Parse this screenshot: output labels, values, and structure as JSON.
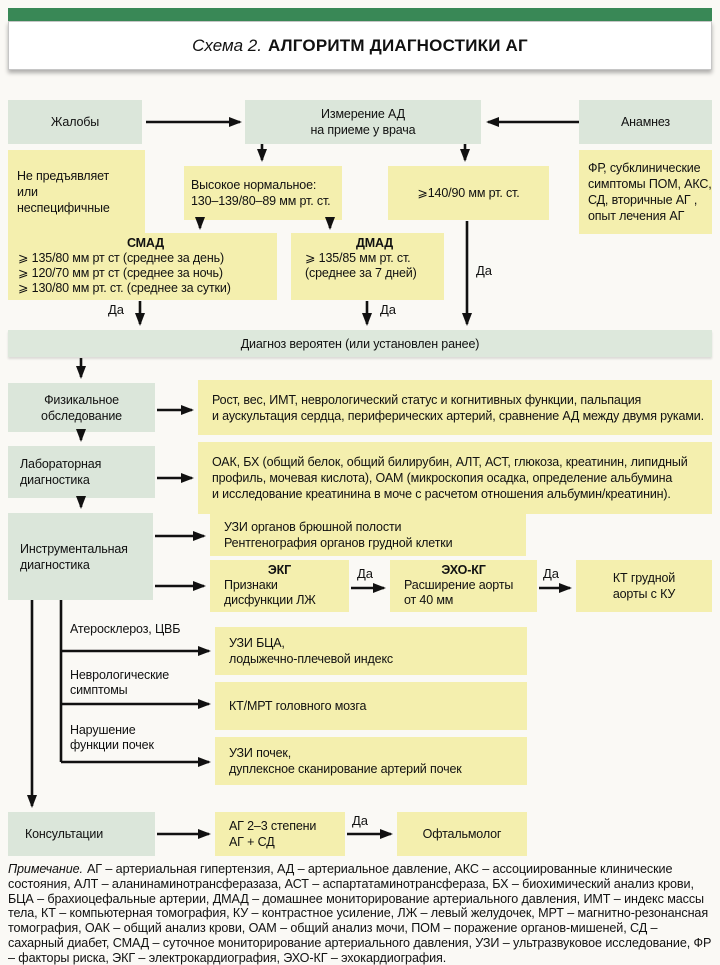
{
  "header": {
    "scheme_label": "Схема 2.",
    "title": "АЛГОРИТМ ДИАГНОСТИКИ АГ"
  },
  "labels": {
    "yes": "Да"
  },
  "colors": {
    "header_green": "#398856",
    "node_green": "#dbe6da",
    "node_yellow": "#f4efae",
    "arrow": "#111111"
  },
  "flow": {
    "complaints": "Жалобы",
    "measurement": "Измерение АД\nна приеме у врача",
    "anamnesis": "Анамнез",
    "complaints_detail": "Не предъявляет\nили\nнеспецифичные",
    "high_normal": "Высокое нормальное:\n130–139/80–89 мм рт. ст.",
    "office_bp": "⩾140/90 мм рт. ст.",
    "risk_factors": "ФР, субклинические\nсимптомы ПОМ, АКС,\nСД, вторичные АГ ,\nопыт лечения АГ",
    "smad_title": "СМАД",
    "smad_body": "⩾ 135/80 мм рт ст (среднее за день)\n⩾ 120/70 мм рт ст (среднее за ночь)\n⩾ 130/80 мм рт. ст. (среднее за сутки)",
    "dmad_title": "ДМАД",
    "dmad_body": "⩾ 135/85 мм рт. ст.\n(среднее за 7 дней)",
    "diagnosis_bar": "Диагноз вероятен (или установлен ранее)",
    "physical": "Физикальное\nобследование",
    "physical_detail": "Рост, вес, ИМТ, неврологический статус и когнитивных функции, пальпация\nи аускультация сердца, периферических артерий, сравнение АД между двумя руками.",
    "laboratory": "Лабораторная\nдиагностика",
    "laboratory_detail": "ОАК, БХ (общий белок, общий билирубин, АЛТ, АСТ, глюкоза, креатинин, липидный\nпрофиль, мочевая кислота), ОАМ (микроскопия осадка, определение альбумина\nи исследование креатинина в моче с расчетом отношения альбумин/креатинин).",
    "instrumental": "Инструментальная\nдиагностика",
    "uzi_xray": "УЗИ органов брюшной полости\nРентгенография органов грудной клетки",
    "ekg_title": "ЭКГ",
    "ekg_body": "Признаки\nдисфункции ЛЖ",
    "echo_title": "ЭХО-КГ",
    "echo_body": "Расширение аорты\nот 40 мм",
    "ct_aorta": "КТ грудной\nаорты с КУ",
    "atherosclerosis": "Атеросклероз, ЦВБ",
    "neuro_symptoms": "Неврологические\nсимптомы",
    "renal_dysfunction": "Нарушение\nфункции почек",
    "uzi_bca": "УЗИ БЦА,\nлодыжечно-плечевой индекс",
    "ct_mrt_brain": "КТ/МРТ головного мозга",
    "uzi_kidneys": "УЗИ почек,\nдуплексное сканирование артерий почек",
    "consultations": "Консультации",
    "ag_criteria": "АГ 2–3 степени\nАГ + СД",
    "ophthalmologist": "Офтальмолог"
  },
  "footnote": {
    "label": "Примечание.",
    "text": "АГ – артериальная гипертензия, АД – артериальное давление, АКС – ассоциированные клинические состояния, АЛТ – аланинаминотрансферазаза, АСТ – аспартатаминотрансфераза, БХ – биохимический анализ крови, БЦА – брахиоцефальные артерии, ДМАД – домашнее мониторирование артериального давления, ИМТ – индекс массы тела, КТ – компьютерная томография, КУ – контрастное усиление, ЛЖ – левый желудочек, МРТ – магнитно-резонансная томография, ОАК – общий анализ крови, ОАМ – общий анализ мочи, ПОМ – поражение органов-мишеней, СД – сахарный диабет, СМАД – суточное мониторирование артериального давления, УЗИ – ультразвуковое исследование, ФР – факторы риска, ЭКГ – электрокардиография, ЭХО-КГ – эхокардиография."
  }
}
